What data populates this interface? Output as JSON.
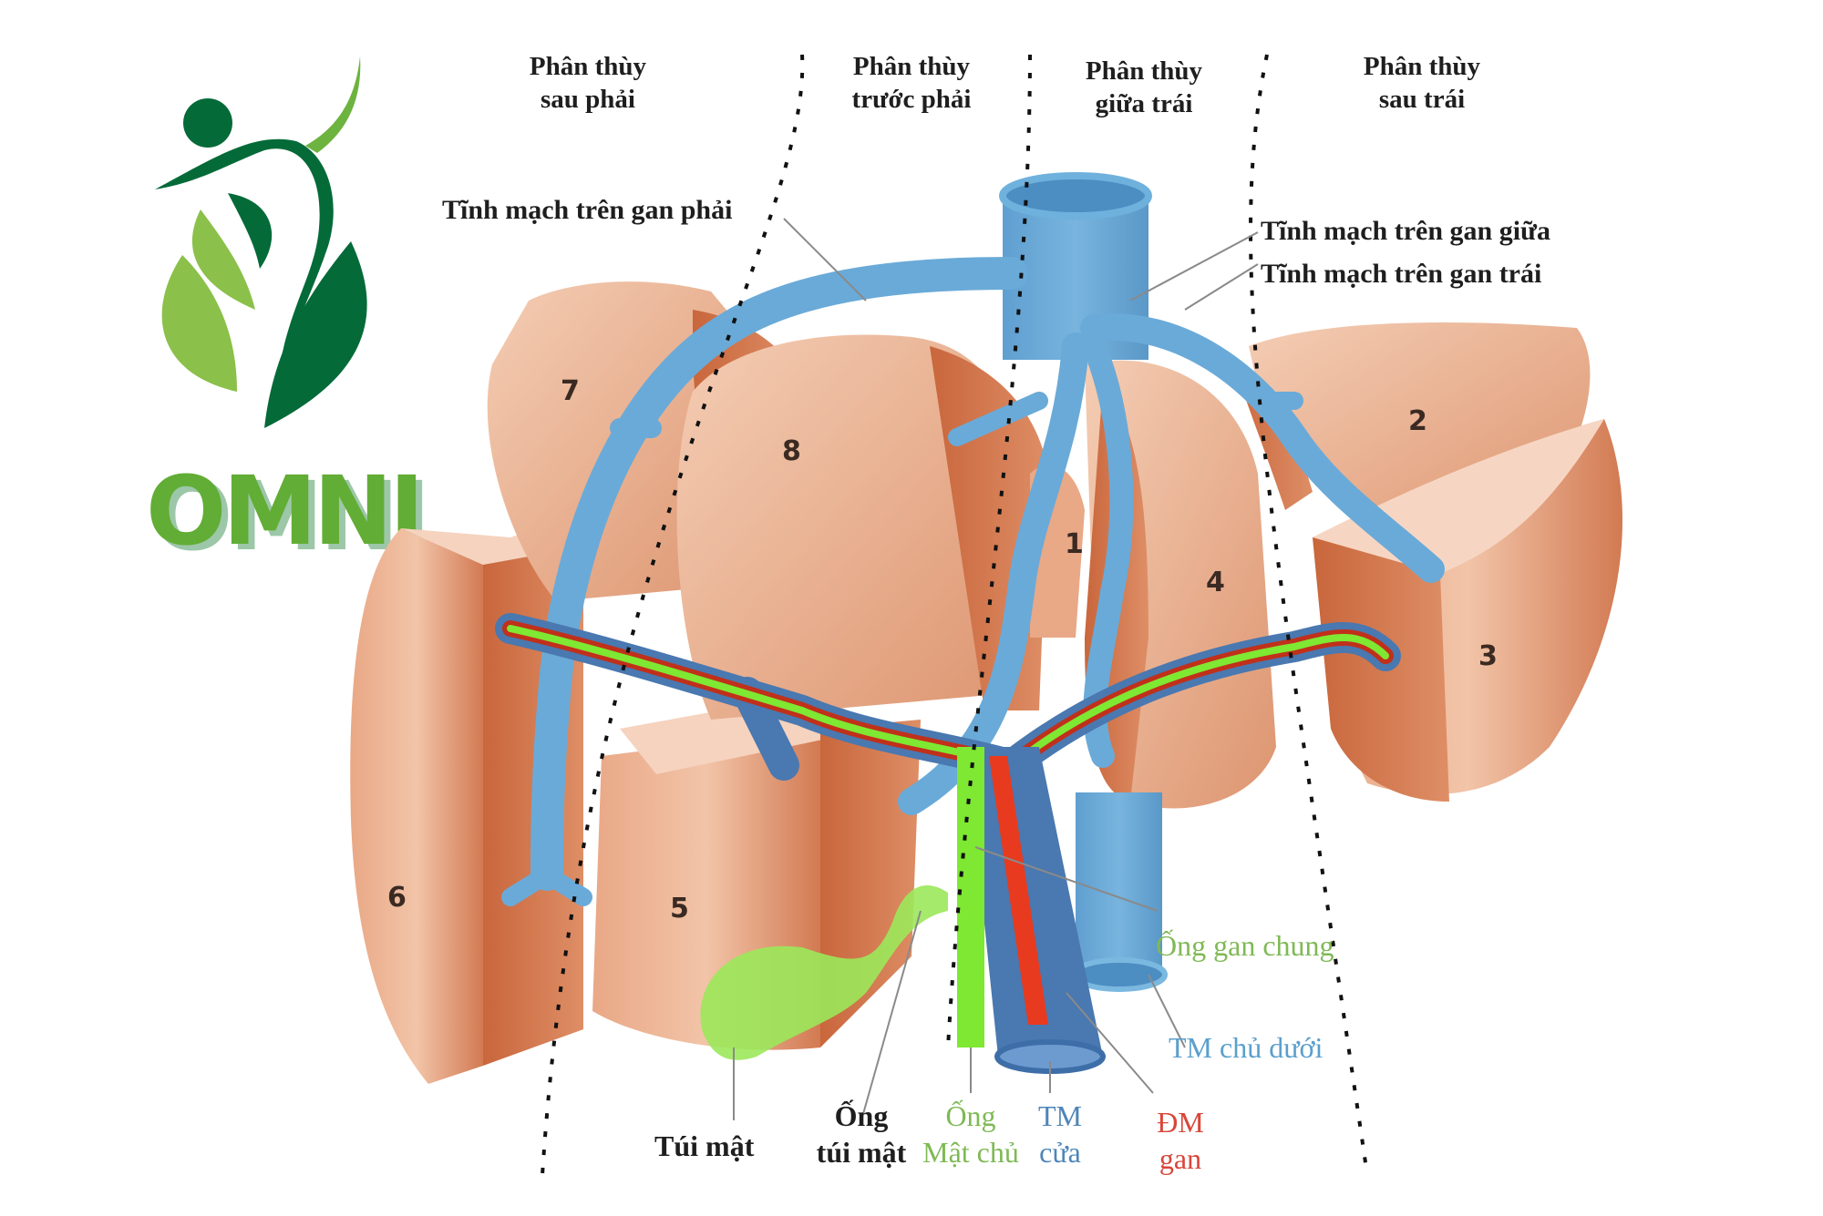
{
  "logo": {
    "text": "OMNI",
    "colors": {
      "dark_green": "#046a38",
      "light_green": "#6db33f",
      "shadow": "#9cc7a8"
    }
  },
  "headers": [
    {
      "line1": "Phân thùy",
      "line2": "sau phải"
    },
    {
      "line1": "Phân thùy",
      "line2": "trước phải"
    },
    {
      "line1": "Phân thùy",
      "line2": "giữa trái"
    },
    {
      "line1": "Phân thùy",
      "line2": "sau trái"
    }
  ],
  "vein_labels": {
    "right_hepatic": "Tĩnh mạch trên gan phải",
    "middle_hepatic": "Tĩnh mạch trên gan giữa",
    "left_hepatic": "Tĩnh mạch trên gan trái"
  },
  "segments": [
    "1",
    "2",
    "3",
    "4",
    "5",
    "6",
    "7",
    "8"
  ],
  "structure_labels": {
    "common_hepatic_duct": "Ống gan chung",
    "ivc": "TM chủ dưới",
    "gallbladder": "Túi mật",
    "cystic_duct_line1": "Ống",
    "cystic_duct_line2": "túi mật",
    "common_bile_duct_line1": "Ống",
    "common_bile_duct_line2": "Mật chủ",
    "portal_vein_line1": "TM",
    "portal_vein_line2": "cửa",
    "hepatic_artery_line1": "ĐM",
    "hepatic_artery_line2": "gan"
  },
  "colors": {
    "liver": "#d98b68",
    "liver_light": "#f0c1a6",
    "liver_dark": "#c9683f",
    "hepatic_vein": "#6aaad8",
    "portal_vein": "#4a78b0",
    "bile_duct": "#7ee832",
    "artery": "#e83a1e",
    "gallbladder": "#9be85a"
  }
}
